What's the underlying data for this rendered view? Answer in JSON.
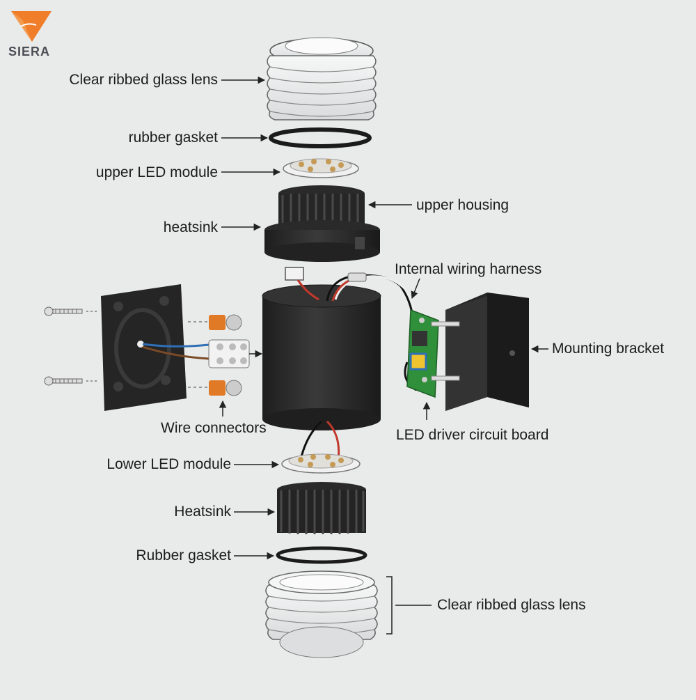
{
  "brand": {
    "logo_text": "SIERA",
    "logo_color": "#f07d2a",
    "text_color": "#4a4f55"
  },
  "labels": {
    "lens_top": "Clear ribbed glass lens",
    "gasket_top": "rubber gasket",
    "led_upper": "upper LED module",
    "upper_housing": "upper housing",
    "heatsink_top": "heatsink",
    "wiring": "Internal wiring harness",
    "mounting": "Mounting bracket",
    "connectors": "Wire connectors",
    "driver": "LED driver circuit board",
    "led_lower": "Lower LED module",
    "heatsink_bottom": "Heatsink",
    "gasket_bottom": "Rubber gasket",
    "lens_bottom": "Clear ribbed glass lens"
  },
  "colors": {
    "background": "#e9eaea",
    "housing": "#2b2b2b",
    "pcb_green": "#2f8f3a",
    "wire_red": "#c0392b",
    "wire_blue": "#2e6fb5",
    "wire_brown": "#7a4a26",
    "connector_orange": "#e07a26"
  },
  "icons": [
    "screw-icon",
    "wire-nut-icon",
    "terminal-block-icon",
    "led-module-icon",
    "heatsink-icon",
    "gasket-icon",
    "lens-icon",
    "circuit-board-icon",
    "bracket-icon",
    "brand-logo-icon"
  ]
}
